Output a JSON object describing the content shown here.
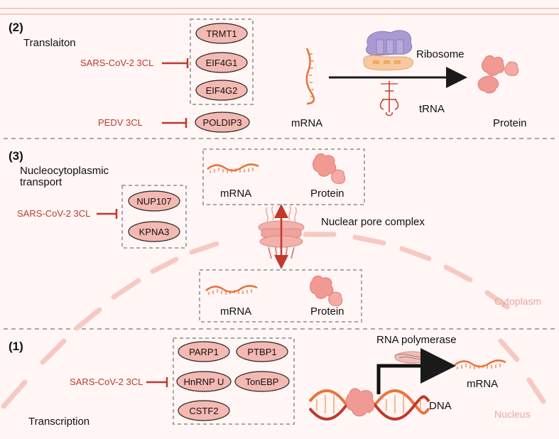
{
  "sections": {
    "translation": {
      "number": "(2)",
      "title": "Translaiton"
    },
    "transport": {
      "number": "(3)",
      "title_line1": "Nucleocytoplasmic",
      "title_line2": "transport"
    },
    "transcription": {
      "number": "(1)",
      "title": "Transcription"
    }
  },
  "inhibitors": {
    "sars_translation": "SARS-CoV-2 3CL",
    "pedv": "PEDV 3CL",
    "sars_transport": "SARS-CoV-2 3CL",
    "sars_transcription": "SARS-CoV-2 3CL"
  },
  "proteins": {
    "translation": [
      "TRMT1",
      "EIF4G1",
      "EIF4G2"
    ],
    "pedv_target": "POLDIP3",
    "transport": [
      "NUP107",
      "KPNA3"
    ],
    "transcription": [
      "PARP1",
      "PTBP1",
      "HnRNP U",
      "TonEBP",
      "CSTF2"
    ]
  },
  "labels": {
    "ribosome": "Ribosome",
    "trna": "tRNA",
    "mrna": "mRNA",
    "protein": "Protein",
    "nuclear_pore": "Nuclear pore complex",
    "cytoplasm": "Cytoplasm",
    "nucleus": "Nucleus",
    "rna_polymerase": "RNA polymerase",
    "dna": "DNA"
  },
  "colors": {
    "inhibitor_red": "#c0392b",
    "pill_fill": "#f4b9b2",
    "mrna_orange": "#e8743b",
    "protein_pink": "#f19a93",
    "ribosome_purple": "#a99bd1",
    "membrane_pink": "#f7c9c3",
    "dashed_gray": "#a8a8a8"
  }
}
